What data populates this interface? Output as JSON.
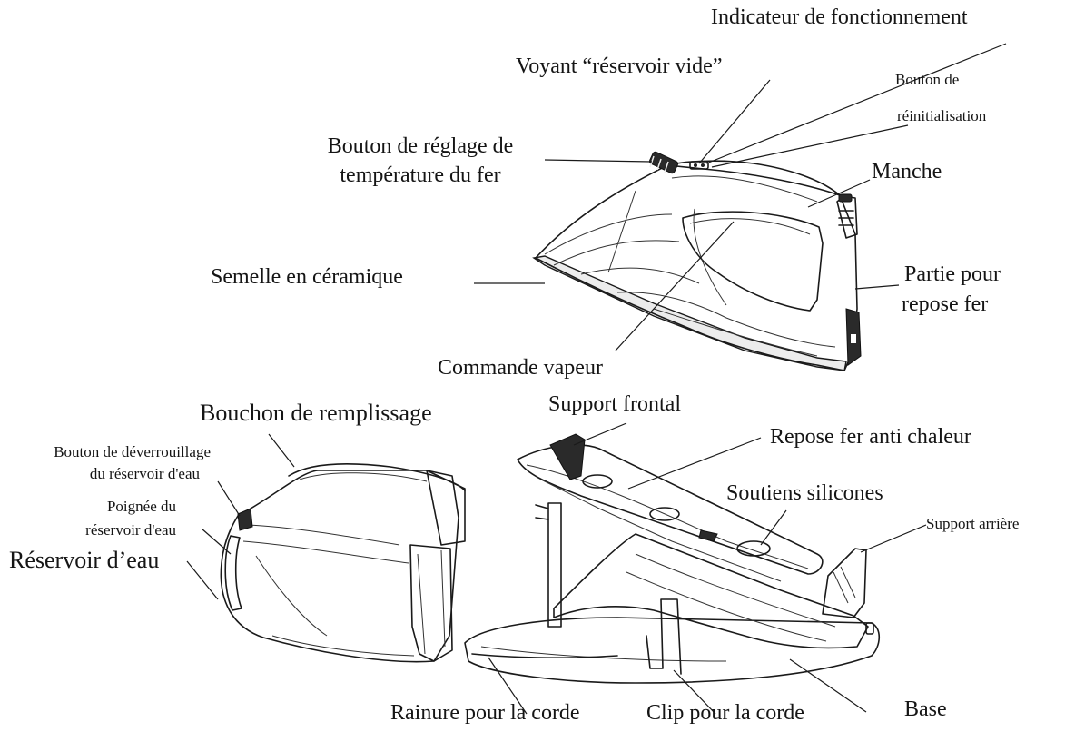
{
  "labels": {
    "indicateur": "Indicateur de fonctionnement",
    "voyant": "Voyant “réservoir vide”",
    "bouton_reinit_1": "Bouton de",
    "bouton_reinit_2": "réinitialisation",
    "reglage_1": "Bouton de réglage de",
    "reglage_2": "température du fer",
    "manche": "Manche",
    "semelle": "Semelle en céramique",
    "partie_1": "Partie pour",
    "partie_2": "repose fer",
    "commande_vapeur": "Commande vapeur",
    "bouchon": "Bouchon de remplissage",
    "deverrouillage_1": "Bouton de déverrouillage",
    "deverrouillage_2": "du réservoir d'eau",
    "poignee_1": "Poignée du",
    "poignee_2": "réservoir d'eau",
    "reservoir": "Réservoir d’eau",
    "support_frontal": "Support frontal",
    "repose_fer": "Repose fer anti chaleur",
    "soutiens": "Soutiens silicones",
    "support_arriere": "Support arrière",
    "rainure": "Rainure pour la corde",
    "clip": "Clip pour la corde",
    "base": "Base"
  }
}
